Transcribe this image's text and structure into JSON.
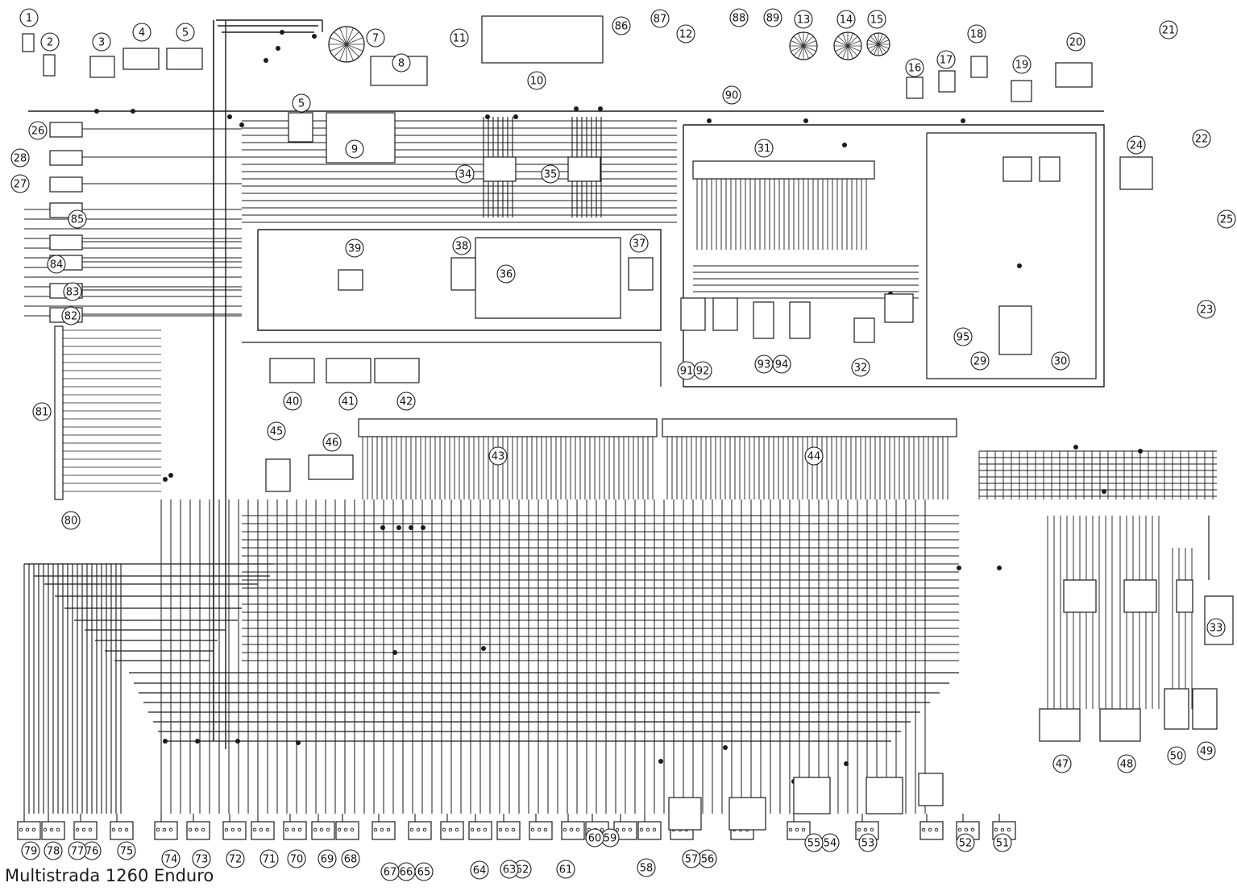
{
  "caption": "Multistrada 1260 Enduro",
  "callouts": [
    "1",
    "2",
    "3",
    "4",
    "5",
    "5",
    "7",
    "8",
    "9",
    "10",
    "11",
    "12",
    "13",
    "14",
    "15",
    "16",
    "17",
    "18",
    "19",
    "20",
    "21",
    "22",
    "23",
    "24",
    "25",
    "26",
    "27",
    "28",
    "29",
    "30",
    "31",
    "32",
    "33",
    "34",
    "35",
    "36",
    "37",
    "38",
    "39",
    "40",
    "41",
    "42",
    "43",
    "44",
    "45",
    "46",
    "47",
    "48",
    "49",
    "50",
    "51",
    "52",
    "53",
    "54",
    "55",
    "56",
    "57",
    "58",
    "59",
    "60",
    "61",
    "62",
    "63",
    "64",
    "65",
    "66",
    "67",
    "68",
    "69",
    "70",
    "71",
    "72",
    "73",
    "74",
    "75",
    "76",
    "77",
    "78",
    "79",
    "80",
    "81",
    "82",
    "83",
    "84",
    "85",
    "86",
    "87",
    "88",
    "89",
    "90",
    "91",
    "92",
    "93",
    "94",
    "95"
  ],
  "colors": {
    "wire": "#1a1a1a",
    "thin": "#333333",
    "background": "#ffffff"
  }
}
